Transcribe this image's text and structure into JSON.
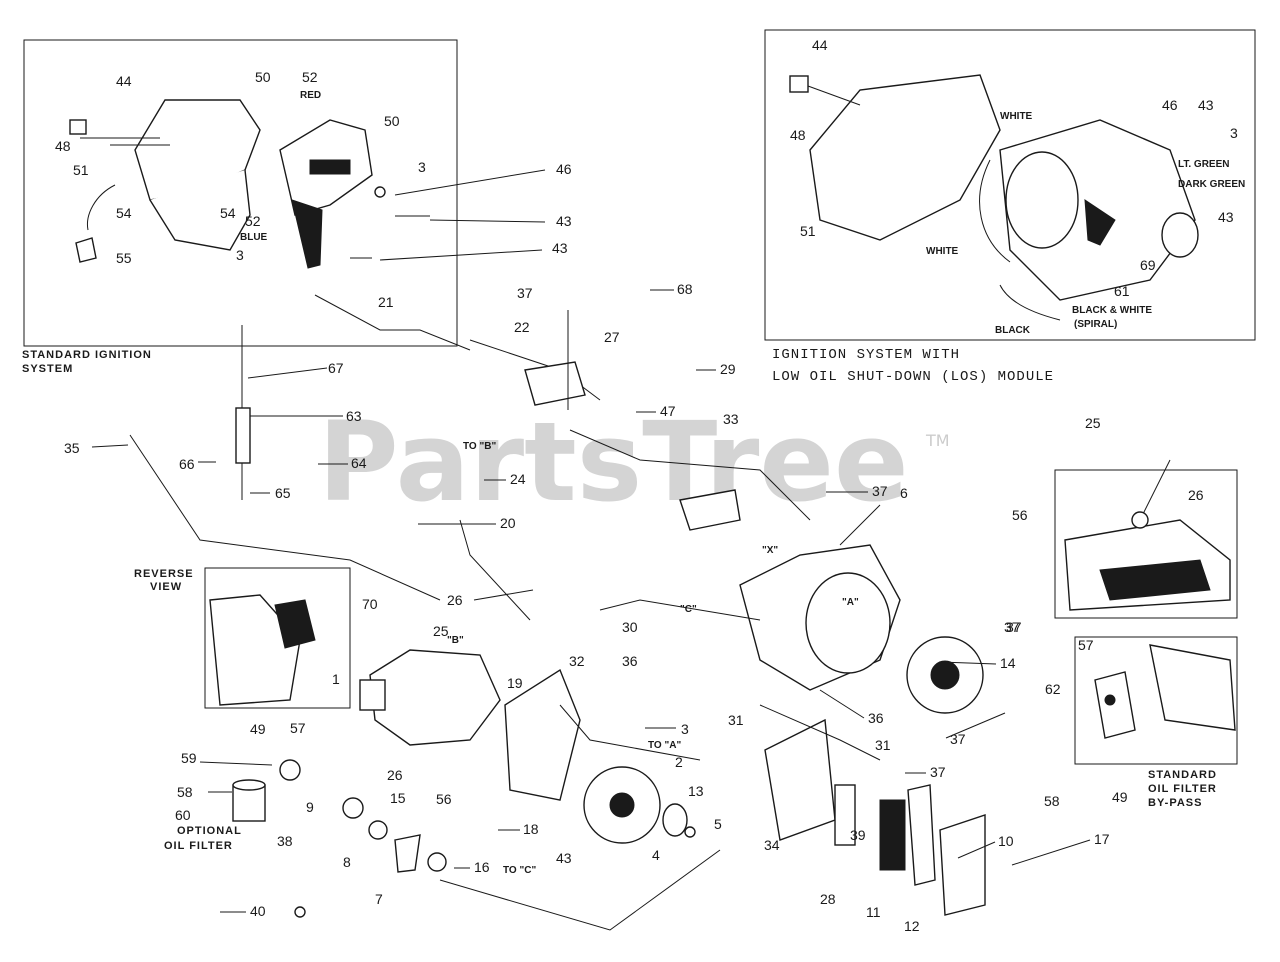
{
  "watermark": {
    "text": "PartsTree",
    "tm": "TM"
  },
  "insets": {
    "standard_ignition": {
      "caption_line1": "STANDARD IGNITION",
      "caption_line2": "SYSTEM",
      "wire_red": "RED",
      "wire_blue": "BLUE",
      "numbers": [
        "44",
        "48",
        "50",
        "52",
        "51",
        "54",
        "54",
        "52",
        "55",
        "50",
        "3",
        "46",
        "43",
        "43",
        "3"
      ]
    },
    "los_ignition": {
      "title_line1": "IGNITION SYSTEM WITH",
      "title_line2": "LOW OIL SHUT-DOWN (LOS) MODULE",
      "wire_white_top": "WHITE",
      "wire_white_bottom": "WHITE",
      "wire_lt_green": "LT. GREEN",
      "wire_dark_green": "DARK GREEN",
      "wire_black_white": "BLACK & WHITE",
      "wire_spiral": "(SPIRAL)",
      "wire_black": "BLACK",
      "numbers": [
        "44",
        "48",
        "46",
        "43",
        "3",
        "43",
        "51",
        "61",
        "69"
      ]
    },
    "bypass": {
      "caption_line1": "STANDARD",
      "caption_line2": "OIL FILTER",
      "caption_line3": "BY-PASS",
      "numbers": [
        "57",
        "62",
        "49",
        "58"
      ]
    },
    "detail_26": {
      "numbers": [
        "25",
        "26",
        "56"
      ]
    },
    "reverse_view": {
      "caption_line1": "REVERSE",
      "caption_line2": "VIEW"
    }
  },
  "refs": {
    "to_a": "TO \"A\"",
    "to_b": "TO \"B\"",
    "to_c": "TO \"C\"",
    "mark_a": "\"A\"",
    "mark_b": "\"B\"",
    "mark_c": "\"C\"",
    "mark_x": "\"X\""
  },
  "optional_filter": {
    "line1": "OPTIONAL",
    "line2": "OIL FILTER"
  },
  "callouts": [
    "21",
    "22",
    "37",
    "68",
    "27",
    "29",
    "47",
    "67",
    "63",
    "35",
    "66",
    "64",
    "65",
    "24",
    "33",
    "37",
    "6",
    "20",
    "37",
    "26",
    "25",
    "30",
    "32",
    "36",
    "19",
    "70",
    "1",
    "49",
    "57",
    "59",
    "58",
    "60",
    "3",
    "2",
    "36",
    "14",
    "37",
    "31",
    "31",
    "37",
    "13",
    "5",
    "4",
    "43",
    "15",
    "9",
    "38",
    "8",
    "7",
    "40",
    "26",
    "56",
    "18",
    "16",
    "34",
    "28",
    "39",
    "11",
    "12",
    "10",
    "17",
    "37"
  ]
}
